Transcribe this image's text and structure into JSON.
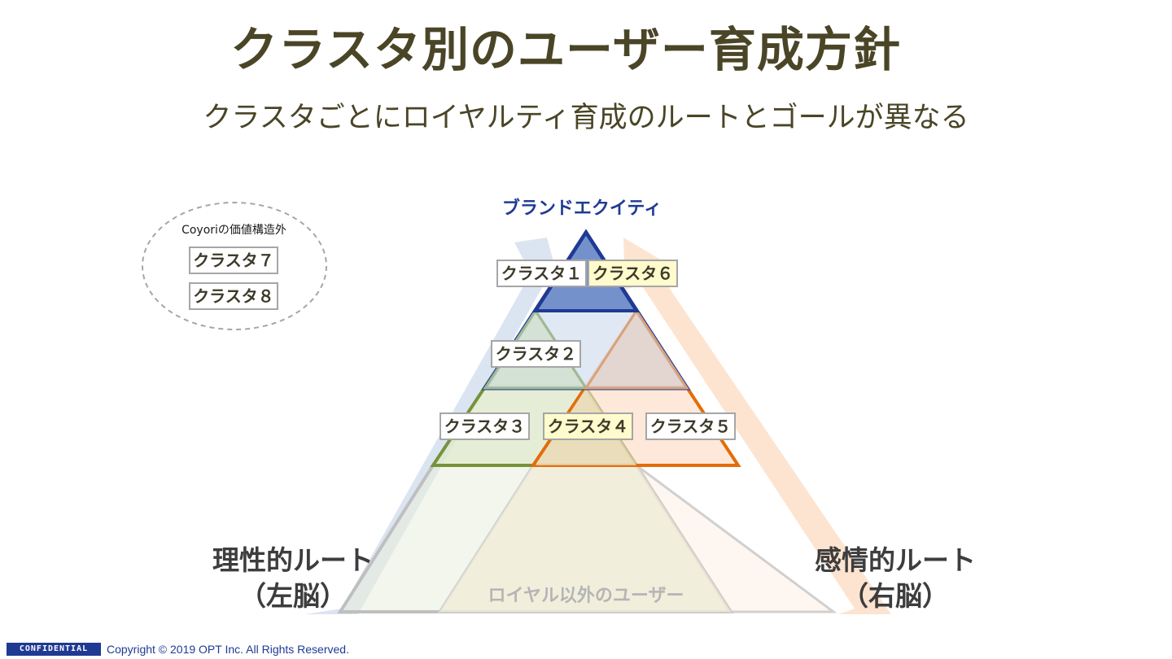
{
  "title": "クラスタ別のユーザー育成方針",
  "subtitle": "クラスタごとにロイヤルティ育成のルートとゴールが異なる",
  "apex_label": "ブランドエクイティ",
  "clusters": {
    "c1": "クラスタ１",
    "c2": "クラスタ２",
    "c3": "クラスタ３",
    "c4": "クラスタ４",
    "c5": "クラスタ５",
    "c6": "クラスタ６",
    "c7": "クラスタ７",
    "c8": "クラスタ８"
  },
  "outside": {
    "label": "Coyoriの価値構造外"
  },
  "routes": {
    "left_line1": "理性的ルート",
    "left_line2": "（左脳）",
    "right_line1": "感情的ルート",
    "right_line2": "（右脳）"
  },
  "non_loyal_label": "ロイヤル以外のユーザー",
  "footer": {
    "confidential": "CONFIDENTIAL",
    "copyright": "Copyright © 2019 OPT Inc. All Rights Reserved."
  },
  "colors": {
    "title": "#4a4526",
    "apex": "#1f3a93",
    "blue_arrow": "#dbe5f1",
    "orange_arrow": "#fde4d0",
    "navy_outline": "#1f3a93",
    "green_outline": "#76923c",
    "orange_outline": "#e36c09",
    "gray_outline": "#bfbfbf"
  }
}
